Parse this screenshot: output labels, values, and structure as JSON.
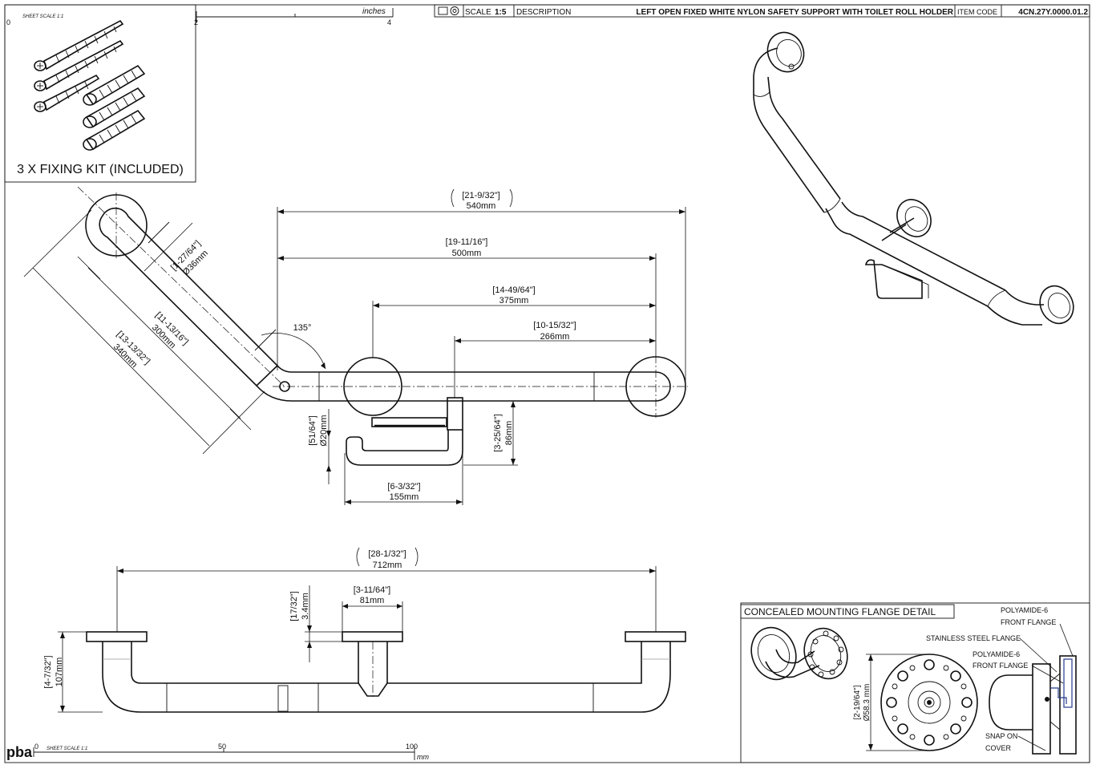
{
  "title_block": {
    "scale_label": "SCALE",
    "scale_value": "1:5",
    "description_label": "DESCRIPTION",
    "description": "LEFT OPEN FIXED WHITE NYLON SAFETY SUPPORT WITH TOILET ROLL HOLDER",
    "item_code_label": "ITEM CODE",
    "item_code": "4CN.27Y.0000.01.2"
  },
  "inch_ruler": {
    "sheet_scale": "SHEET SCALE 1:1",
    "unit": "inches",
    "ticks": [
      "0",
      "2",
      "4"
    ]
  },
  "mm_ruler": {
    "sheet_scale": "SHEET SCALE 1:1",
    "unit": "mm",
    "ticks": [
      "0",
      "50",
      "100"
    ]
  },
  "logo": "pba",
  "fixing_kit": {
    "caption": "3 X FIXING KIT (INCLUDED)"
  },
  "dimensions": {
    "d540": {
      "inch": "[21-9/32\"]",
      "mm": "540mm"
    },
    "d500": {
      "inch": "[19-11/16\"]",
      "mm": "500mm"
    },
    "d375": {
      "inch": "[14-49/64\"]",
      "mm": "375mm"
    },
    "d266": {
      "inch": "[10-15/32\"]",
      "mm": "266mm"
    },
    "angle": "135°",
    "dia36": {
      "inch": "[1-27/64\"]",
      "mm": "Ø36mm"
    },
    "d300": {
      "inch": "[11-13/16\"]",
      "mm": "300mm"
    },
    "d340": {
      "inch": "[13-13/32\"]",
      "mm": "340mm"
    },
    "dia20": {
      "inch": "[51/64\"]",
      "mm": "Ø20mm"
    },
    "d86": {
      "inch": "[3-25/64\"]",
      "mm": "86mm"
    },
    "d155": {
      "inch": "[6-3/32\"]",
      "mm": "155mm"
    },
    "d712": {
      "inch": "[28-1/32\"]",
      "mm": "712mm"
    },
    "d81": {
      "inch": "[3-11/64\"]",
      "mm": "81mm"
    },
    "d34": {
      "inch": "[17/32\"]",
      "mm": "3.4mm"
    },
    "d107": {
      "inch": "[4-7/32\"]",
      "mm": "107mm"
    },
    "dia583": {
      "inch": "[2-19/64\"]",
      "mm": "Ø58.3 mm"
    }
  },
  "flange_detail": {
    "title": "CONCEALED MOUNTING FLANGE DETAIL",
    "label_front_flange_top": "POLYAMIDE-6",
    "label_front_flange_top2": "FRONT FLANGE",
    "label_steel": "STAINLESS STEEL FLANGE",
    "label_front_flange_mid": "POLYAMIDE-6",
    "label_front_flange_mid2": "FRONT FLANGE",
    "label_snap": "SNAP ON",
    "label_snap2": "COVER"
  }
}
